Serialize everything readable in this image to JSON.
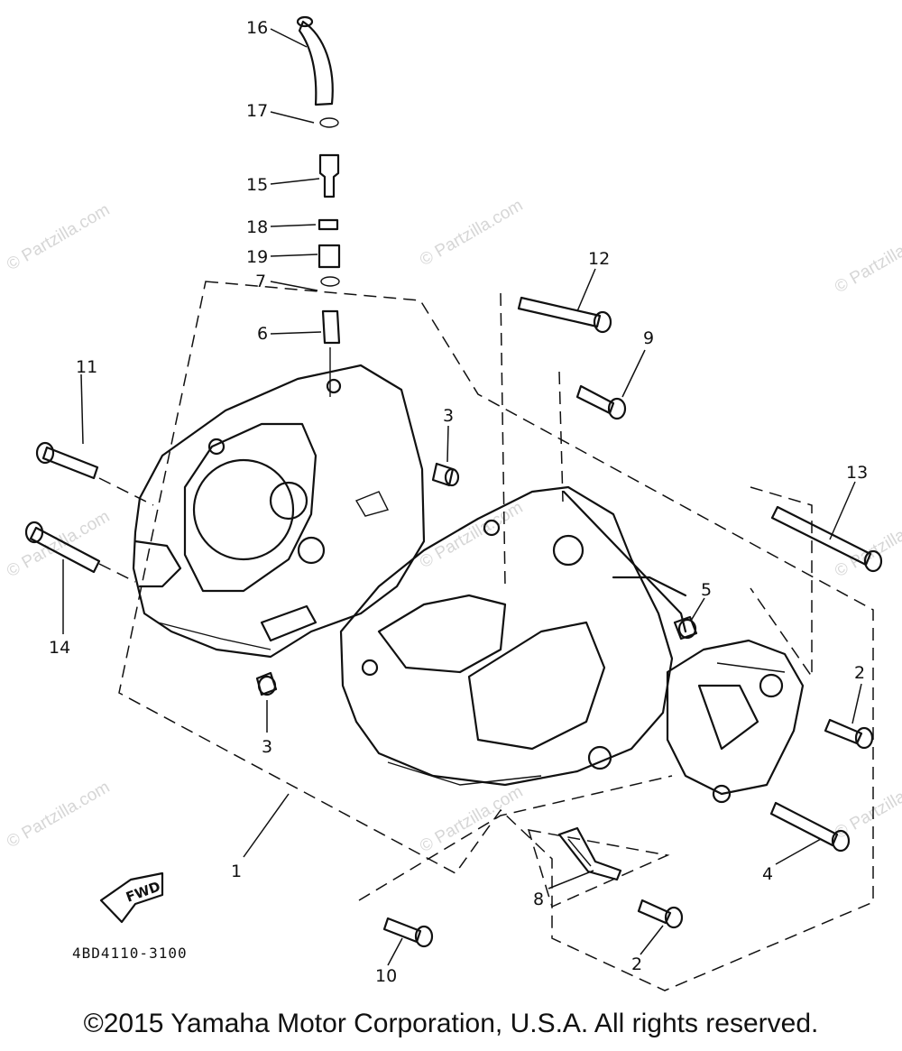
{
  "watermarks": [
    "© Partzilla.com",
    "© Partzilla.com",
    "© Partzilla.com",
    "© Partzilla.com",
    "© Partzilla.com",
    "© Partzilla.com",
    "© Partzilla.com",
    "© Partzilla.com",
    "© Partzilla.com"
  ],
  "callouts": [
    "16",
    "17",
    "15",
    "18",
    "19",
    "7",
    "6",
    "12",
    "9",
    "3",
    "11",
    "14",
    "3",
    "13",
    "5",
    "2",
    "1",
    "4",
    "8",
    "2",
    "10"
  ],
  "diagram_code": "4BD4110-3100",
  "fwd_label": "FWD",
  "copyright": "©2015 Yamaha Motor Corporation, U.S.A. All rights reserved."
}
